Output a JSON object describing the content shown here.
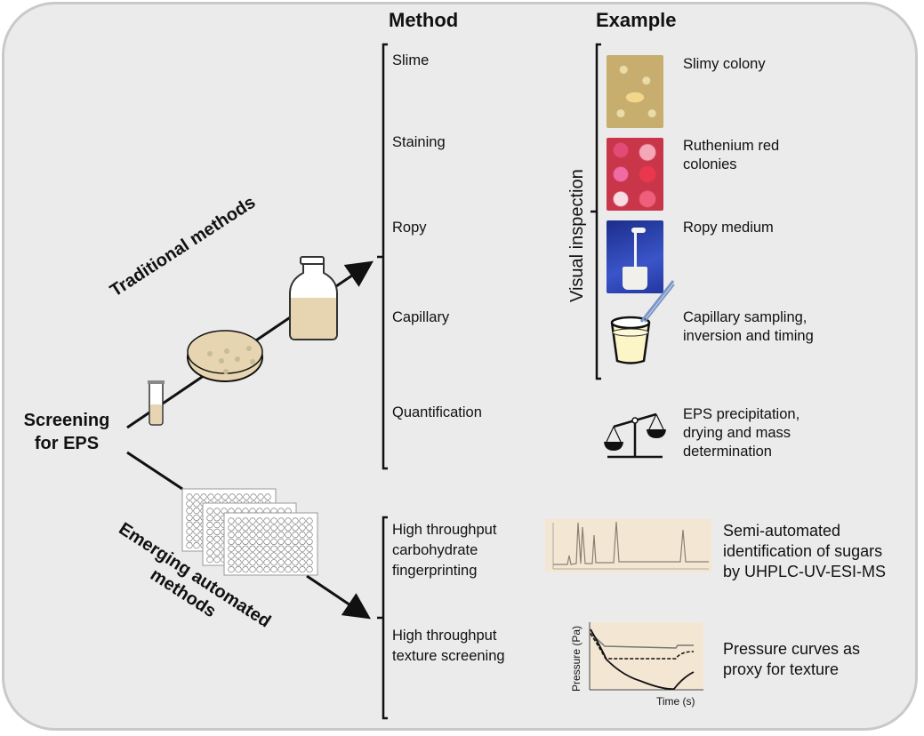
{
  "headers": {
    "method": "Method",
    "example": "Example"
  },
  "root": {
    "line1": "Screening",
    "line2": "for EPS"
  },
  "branches": {
    "traditional": "Traditional methods",
    "emerging_line1": "Emerging automated",
    "emerging_line2": "methods"
  },
  "visual_inspection_label": "Visual inspection",
  "traditional_methods": [
    {
      "method": "Slime",
      "example": "Slimy colony",
      "icon": "slimy-colony-photo"
    },
    {
      "method": "Staining",
      "example_line1": "Ruthenium red",
      "example_line2": "colonies",
      "icon": "ruthenium-red-photo"
    },
    {
      "method": "Ropy",
      "example": "Ropy medium",
      "icon": "ropy-medium-photo"
    },
    {
      "method": "Capillary",
      "example_line1": "Capillary sampling,",
      "example_line2": "inversion and timing",
      "icon": "capillary-beaker-icon"
    },
    {
      "method": "Quantification",
      "example_line1": "EPS precipitation,",
      "example_line2": "drying and mass",
      "example_line3": "determination",
      "icon": "balance-scale-icon"
    }
  ],
  "emerging_methods": [
    {
      "method_line1": "High throughput",
      "method_line2": "carbohydrate",
      "method_line3": "fingerprinting",
      "example_line1": "Semi-automated",
      "example_line2": "identification of sugars",
      "example_line3": "by UHPLC-UV-ESI-MS",
      "icon": "chromatogram-icon"
    },
    {
      "method_line1": "High throughput",
      "method_line2": "texture screening",
      "example_line1": "Pressure curves as",
      "example_line2": "proxy for texture",
      "icon": "pressure-curve-icon"
    }
  ],
  "pressure_plot": {
    "ylabel": "Pressure (Pa)",
    "xlabel": "Time (s)"
  },
  "colors": {
    "medium": "#e6d5b0",
    "panel": "#ebebeb",
    "plot_bg": "#f3e6d3",
    "line": "#111111"
  }
}
